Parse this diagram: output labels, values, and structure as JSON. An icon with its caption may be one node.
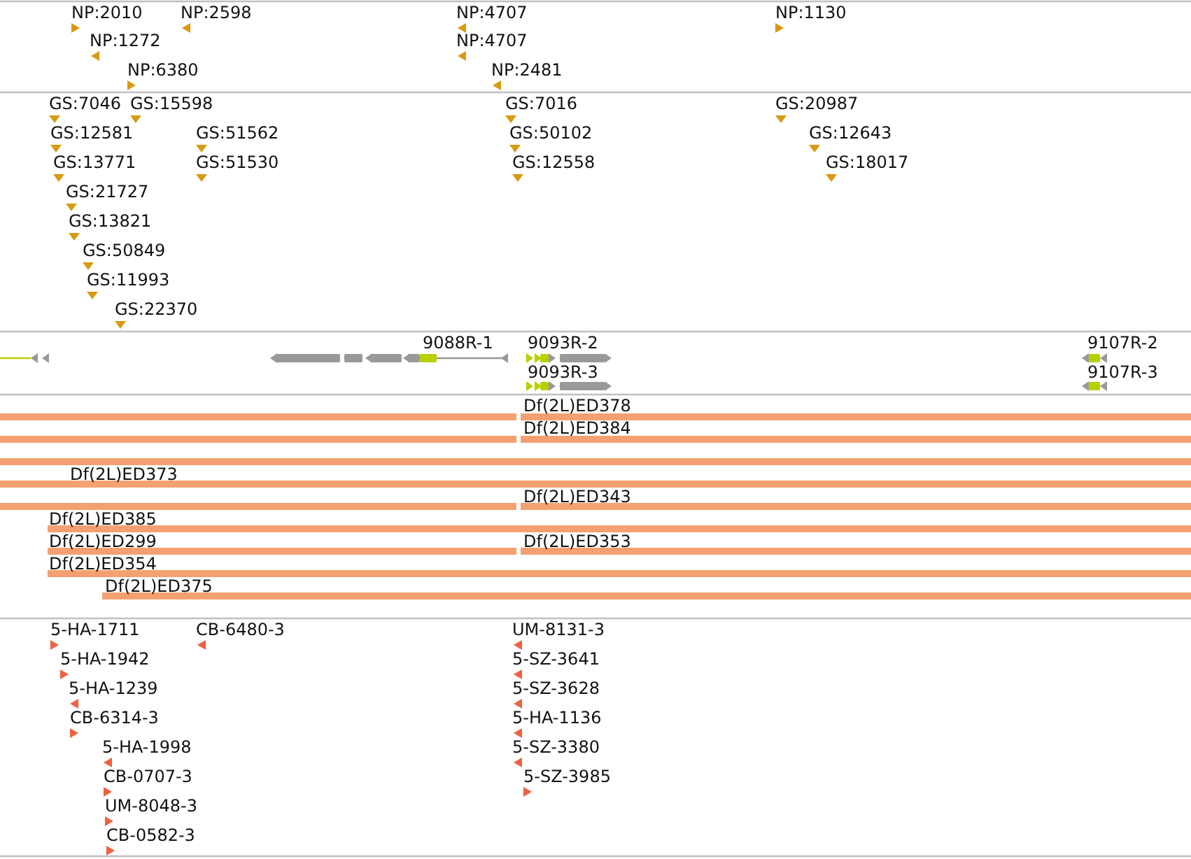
{
  "diagram": {
    "labels": [
      "NP:2010",
      "NP:2598",
      "NP:4707",
      "NP:1130",
      "NP:1272",
      "NP:4707",
      "NP:6380",
      "NP:2481",
      "GS:7046",
      "GS:15598",
      "GS:7016",
      "GS:20987",
      "GS:12581",
      "GS:51562",
      "GS:50102",
      "GS:12643",
      "GS:13771",
      "GS:51530",
      "GS:12558",
      "GS:18017",
      "GS:21727",
      "GS:13821",
      "GS:50849",
      "GS:11993",
      "GS:22370",
      "9088R-1",
      "9093R-2",
      "9107R-2",
      "9093R-3",
      "9107R-3",
      "Df(2L)ED378",
      "Df(2L)ED384",
      "Df(2L)ED373",
      "Df(2L)ED343",
      "Df(2L)ED385",
      "Df(2L)ED299",
      "Df(2L)ED353",
      "Df(2L)ED354",
      "Df(2L)ED375",
      "5-HA-1711",
      "CB-6480-3",
      "UM-8131-3",
      "5-HA-1942",
      "5-SZ-3641",
      "5-HA-1239",
      "5-SZ-3628",
      "CB-6314-3",
      "5-HA-1136",
      "5-HA-1998",
      "5-SZ-3380",
      "CB-0707-3",
      "5-SZ-3985",
      "UM-8048-3",
      "CB-0582-3"
    ]
  }
}
